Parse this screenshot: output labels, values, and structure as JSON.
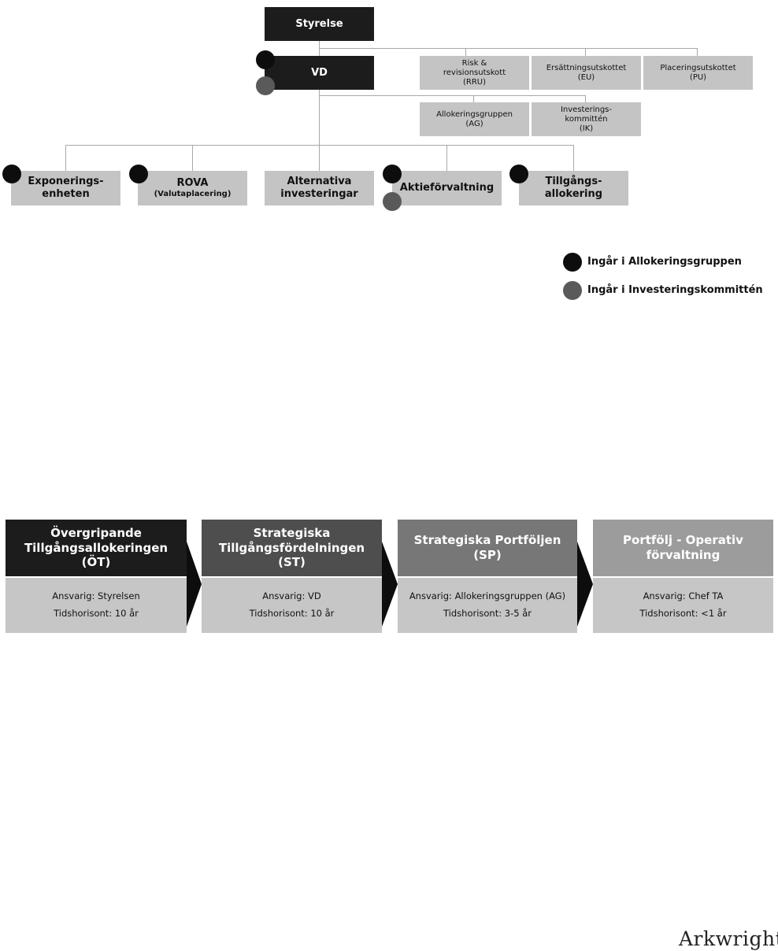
{
  "org": {
    "board": "Styrelse",
    "ceo": "VD",
    "committees": [
      {
        "line1": "Risk &",
        "line2": "revisionsutskott",
        "line3": "(RRU)"
      },
      {
        "line1": "Ersättningsutskottet",
        "line2": "(EU)"
      },
      {
        "line1": "Placeringsutskottet",
        "line2": "(PU)"
      }
    ],
    "groups": [
      {
        "line1": "Allokeringsgruppen",
        "line2": "(AG)"
      },
      {
        "line1": "Investerings-",
        "line2": "kommittén",
        "line3": "(IK)"
      }
    ],
    "units": [
      {
        "line1": "Exponerings-",
        "line2": "enheten"
      },
      {
        "line1": "ROVA",
        "line2": "(Valutaplacering)"
      },
      {
        "line1": "Alternativa",
        "line2": "investeringar"
      },
      {
        "line1": "Aktieförvaltning"
      },
      {
        "line1": "Tillgångs-",
        "line2": "allokering"
      }
    ]
  },
  "legend": {
    "ag": "Ingår i Allokeringsgruppen",
    "ik": "Ingår i Investeringskommittén"
  },
  "flow": [
    {
      "title1": "Övergripande",
      "title2": "Tillgångsallokeringen",
      "title3": "(ÖT)",
      "responsible": "Ansvarig: Styrelsen",
      "horizon": "Tidshorisont: 10 år",
      "color": "#1c1c1c"
    },
    {
      "title1": "Strategiska",
      "title2": "Tillgångsfördelningen",
      "title3": "(ST)",
      "responsible": "Ansvarig: VD",
      "horizon": "Tidshorisont: 10 år",
      "color": "#4e4e4e"
    },
    {
      "title1": "Strategiska Portföljen",
      "title2": "(SP)",
      "responsible": "Ansvarig: Allokeringsgruppen (AG)",
      "horizon": "Tidshorisont: 3-5 år",
      "color": "#777777"
    },
    {
      "title1": "Portfölj - Operativ",
      "title2": "förvaltning",
      "responsible": "Ansvarig: Chef TA",
      "horizon": "Tidshorisont: <1 år",
      "color": "#9c9c9c"
    }
  ],
  "brand": "Arkwright",
  "colors": {
    "ag_dot": "#0d0d0d",
    "ik_dot": "#5a5a5a",
    "box_dark": "#1c1c1c",
    "box_light": "#c4c4c4"
  }
}
